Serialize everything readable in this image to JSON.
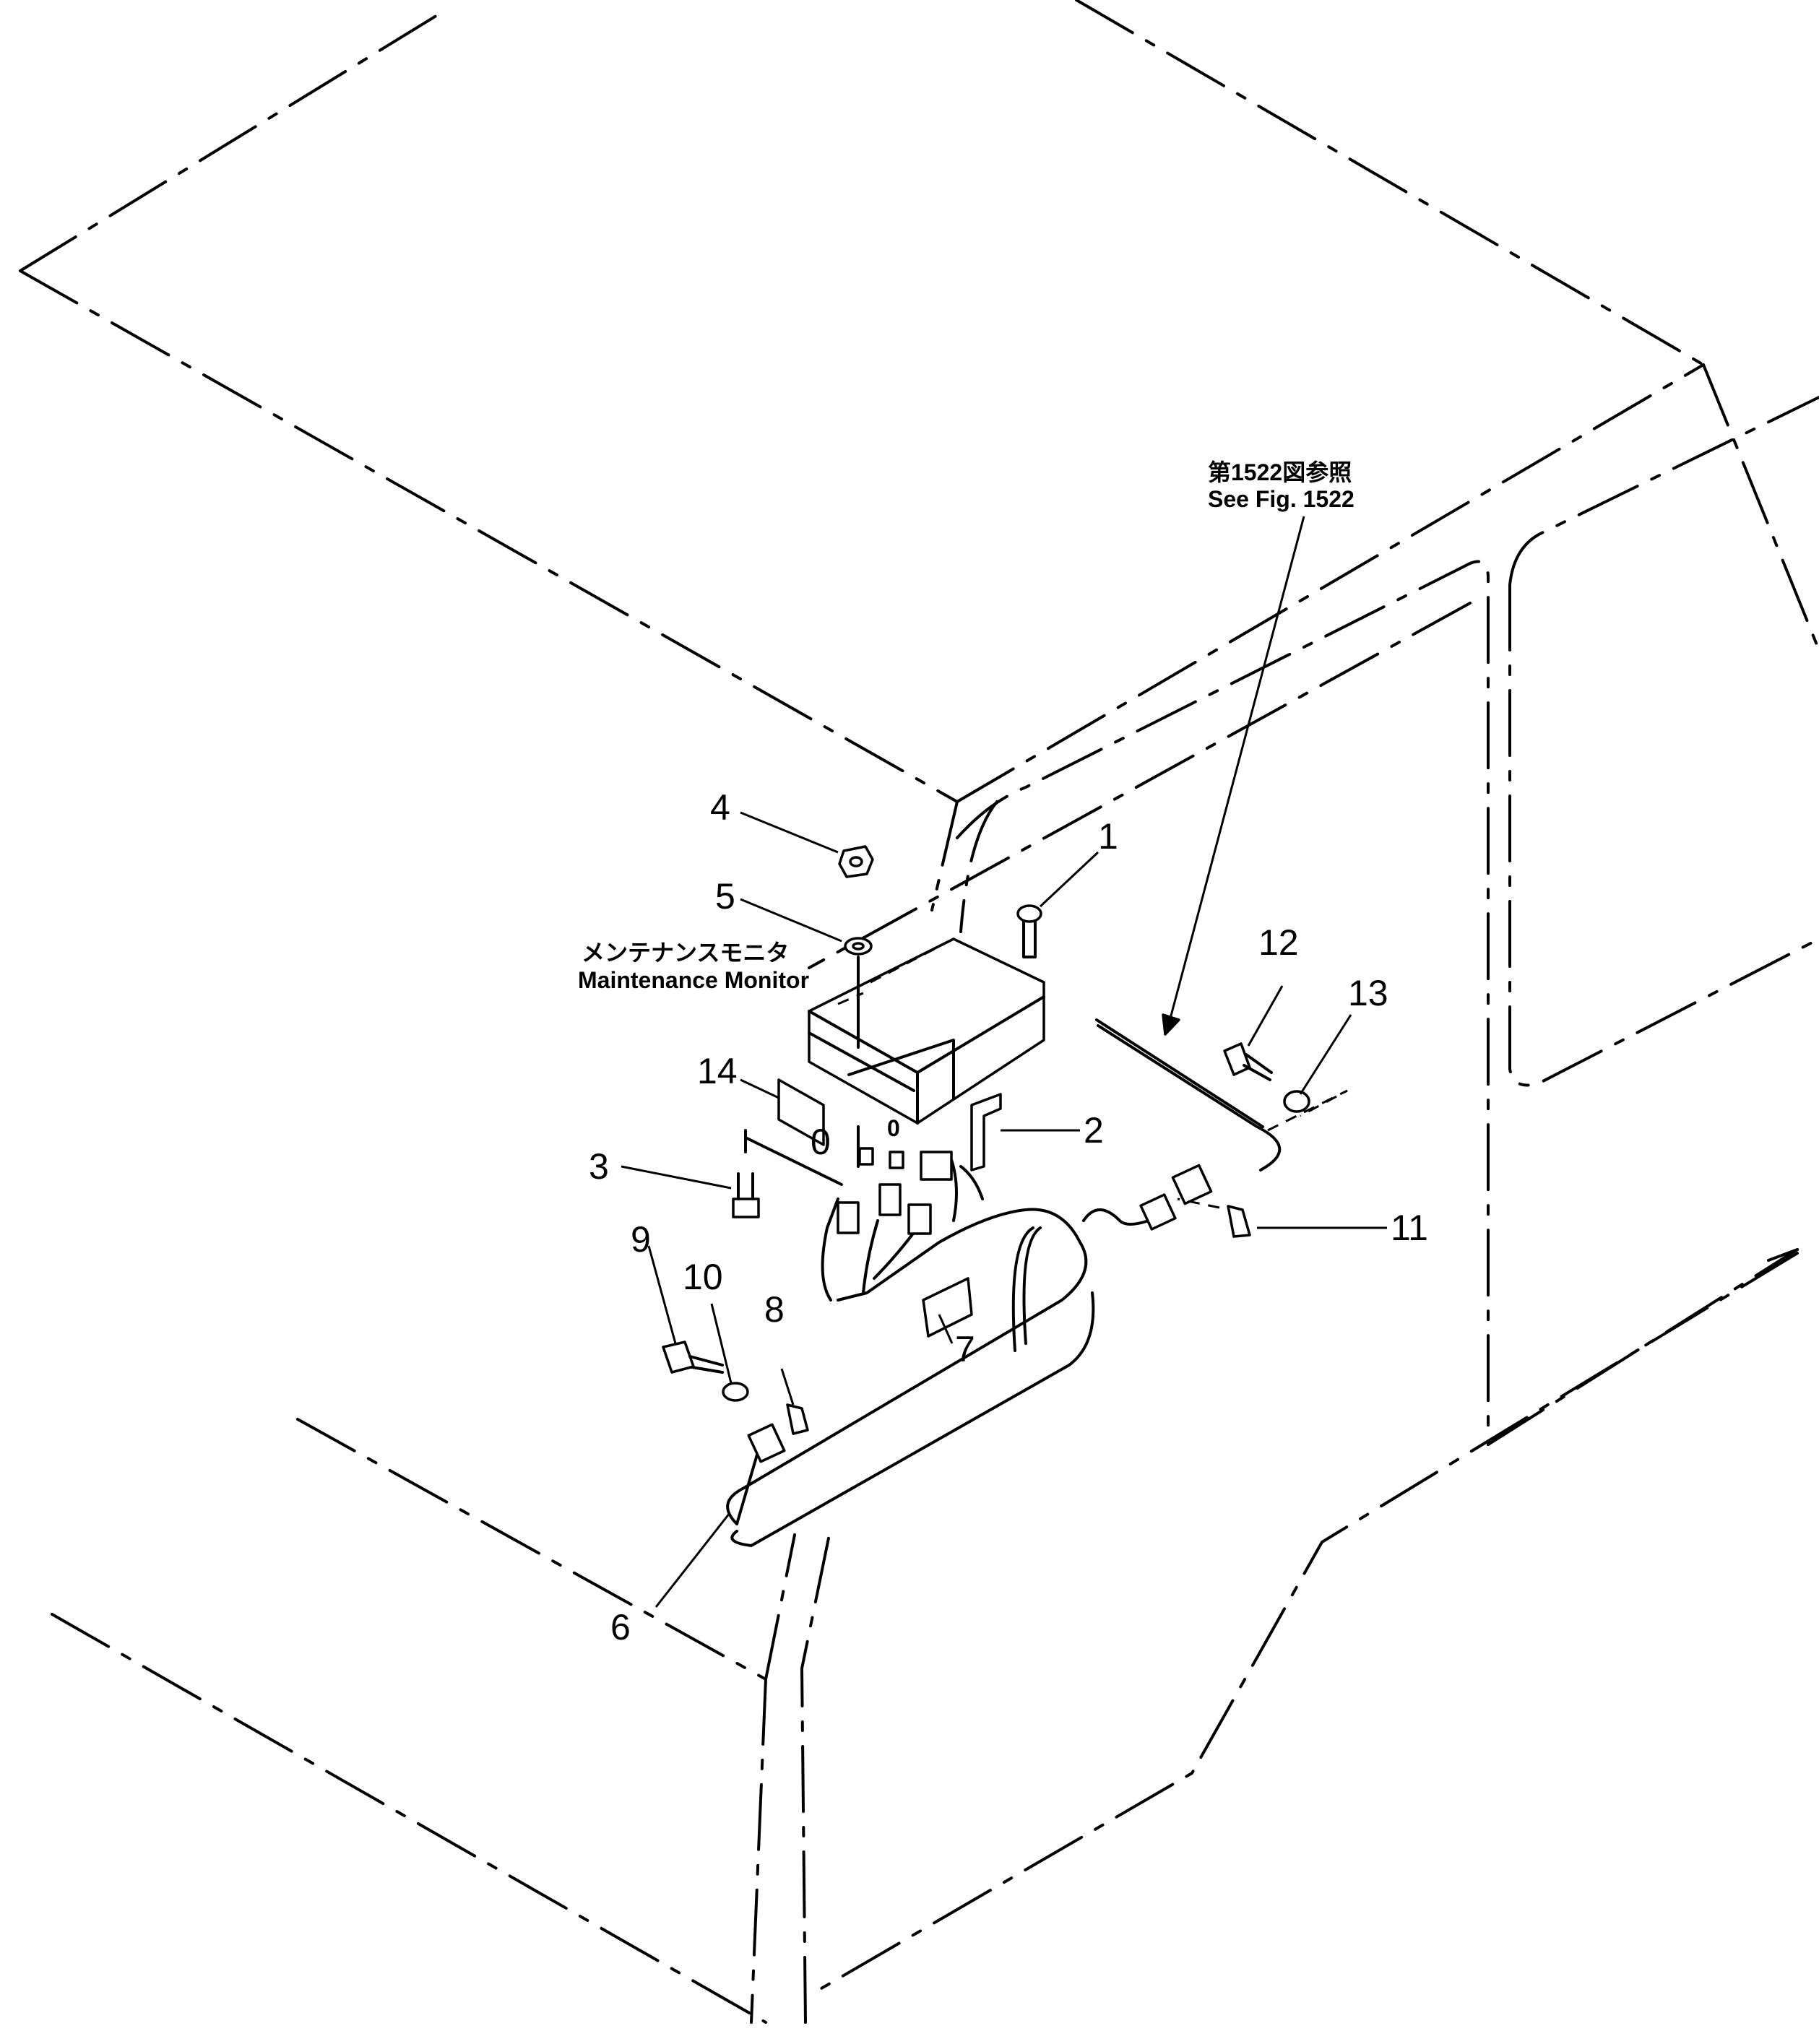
{
  "figure": {
    "reference_jp": "第1522図参照",
    "reference_en": "See Fig. 1522",
    "monitor_jp": "メンテナンスモニタ",
    "monitor_en": "Maintenance Monitor",
    "spare_label_1": "0",
    "spare_label_2": "0"
  },
  "callouts": [
    "1",
    "2",
    "3",
    "4",
    "5",
    "6",
    "7",
    "8",
    "9",
    "10",
    "11",
    "12",
    "13",
    "14"
  ]
}
